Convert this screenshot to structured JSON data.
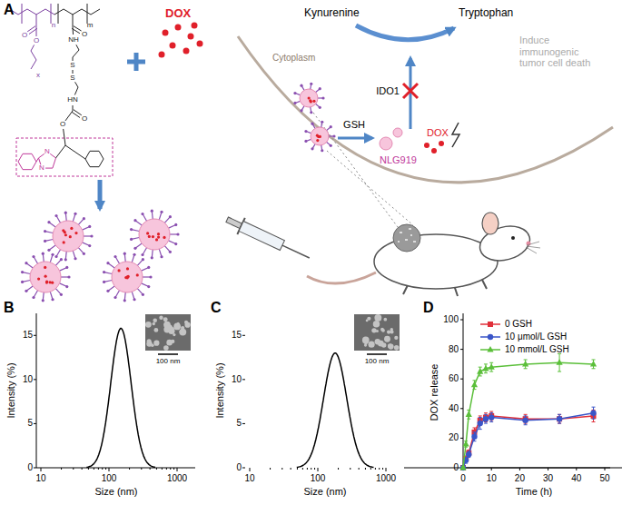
{
  "diagram": {
    "labels": [
      "A",
      "n",
      "m",
      "O",
      "O",
      "x",
      "O",
      "NH",
      "S",
      "S",
      "HN",
      "O",
      "O",
      "N",
      "N",
      "DOX",
      "Cytoplasm",
      "Kynurenine",
      "Tryptophan",
      "IDO1",
      "GSH",
      "DOX",
      "NLG919",
      "Induce immunogenic tumor cell death",
      "B",
      "Intensity (%)",
      "15",
      "10",
      "5",
      "0",
      "10",
      "100",
      "1000",
      "Size (nm)",
      "100 nm",
      "C",
      "Intensity (%)",
      "15",
      "10",
      "5",
      "0",
      "10",
      "100",
      "1000",
      "Size (nm)",
      "100 nm",
      "D",
      "DOX release",
      "100",
      "80",
      "60",
      "40",
      "20",
      "0",
      "0",
      "10",
      "20",
      "30",
      "40",
      "50",
      "Time (h)"
    ],
    "legend": [
      {
        "text": "0 GSH"
      },
      {
        "text": "10 μmol/L GSH"
      },
      {
        "text": "10 mmol/L GSH"
      }
    ]
  }
}
